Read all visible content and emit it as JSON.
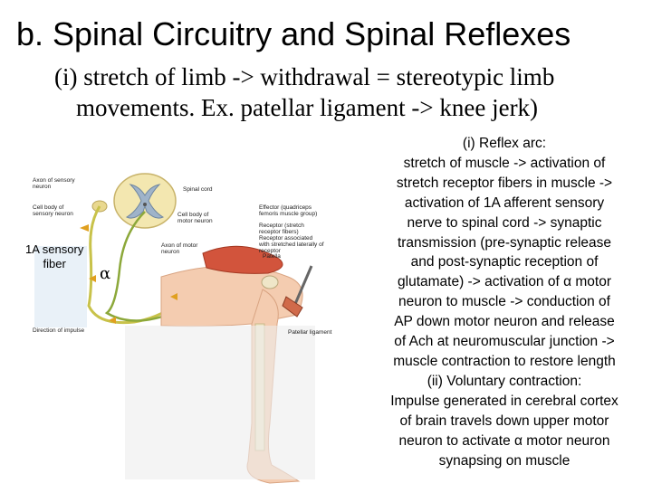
{
  "title": "b. Spinal Circuitry and Spinal Reflexes",
  "subtitle": {
    "line1": "(i) stretch of limb -> withdrawal = stereotypic limb",
    "line2": "movements. Ex. patellar ligament -> knee jerk)"
  },
  "figure": {
    "sensory_label_line1": "1A sensory",
    "sensory_label_line2": "fiber",
    "alpha_symbol": "α",
    "labels": {
      "axon_sensory": "Axon of sensory neuron",
      "cell_body_sensory": "Cell body of sensory neuron",
      "spinal_cord": "Spinal cord",
      "effector": "Effector (quadriceps femoris muscle group)",
      "cell_body_motor": "Cell body of motor neuron",
      "axon_motor": "Axon of motor neuron",
      "receptor_stretch": "Receptor (stretch receptor fibers)",
      "receptor_associated": "Receptor associated with stretched laterally of receptor",
      "patella": "Patella",
      "direction": "Direction of impulse",
      "patellar_ligament": "Patellar ligament"
    }
  },
  "right_text": [
    "(i) Reflex arc:",
    "stretch of muscle -> activation of",
    "stretch receptor fibers in muscle ->",
    "activation of 1A afferent sensory",
    "nerve to spinal cord  -> synaptic",
    "transmission (pre-synaptic release",
    "and post-synaptic reception of",
    "glutamate) -> activation of α motor",
    "neuron to muscle  -> conduction of",
    "AP down  motor neuron and release",
    "of Ach at neuromuscular junction ->",
    "muscle contraction to restore length",
    "(ii) Voluntary contraction:",
    "Impulse generated in cerebral cortex",
    "of brain travels down upper motor",
    "neuron to activate α motor neuron",
    "synapsing on muscle"
  ]
}
